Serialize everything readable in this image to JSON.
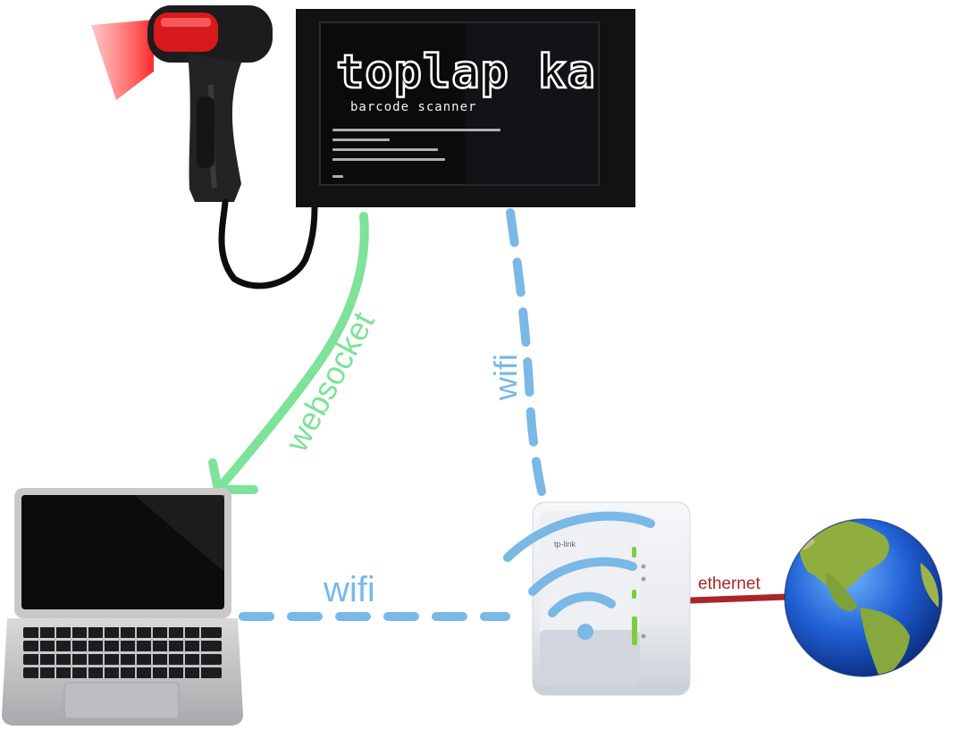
{
  "diagram": {
    "screen": {
      "title": "toplap ka",
      "subtitle": "barcode scanner"
    },
    "links": {
      "websocket": "websocket",
      "wifi_vertical": "wifi",
      "wifi_horizontal": "wifi",
      "ethernet": "ethernet"
    },
    "router": {
      "brand": "tp-link"
    },
    "colors": {
      "websocket": "#7ee29a",
      "wifi": "#7ab8e6",
      "ethernet": "#a8262a",
      "scanner_laser": "#ff1e1e",
      "screen_bg": "#0b0b0b",
      "ocean": "#1a55c9",
      "land": "#7ea13b"
    },
    "icons": [
      "barcode-scanner-icon",
      "display-screen-icon",
      "laptop-icon",
      "wifi-router-icon",
      "globe-icon"
    ]
  }
}
